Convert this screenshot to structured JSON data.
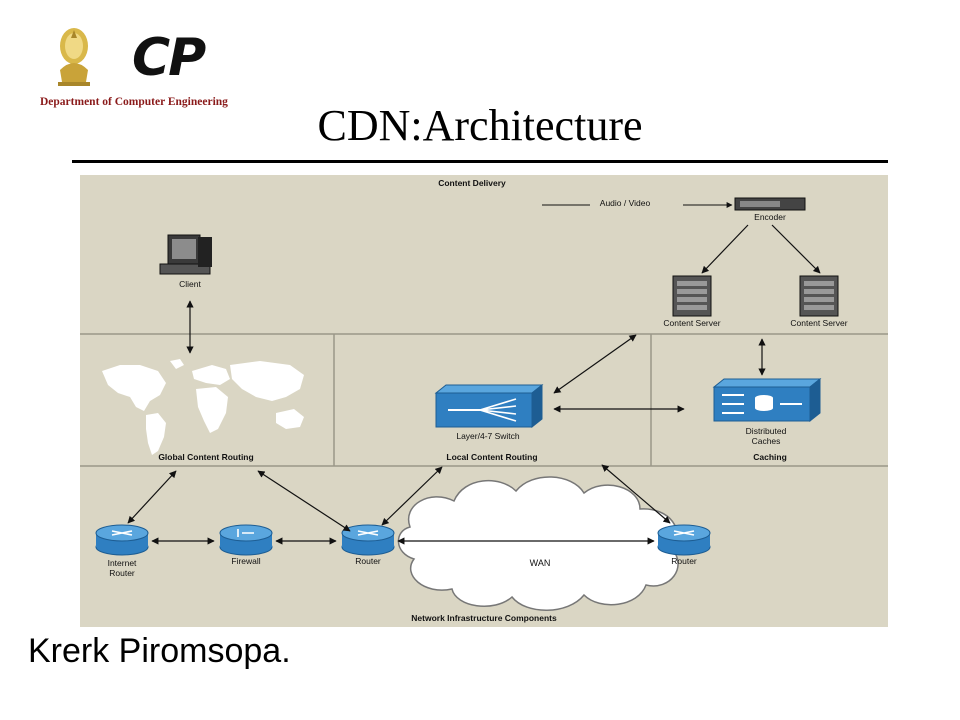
{
  "logo": {
    "brand": "CP",
    "department": "Department of Computer Engineering"
  },
  "slide": {
    "title": "CDN:Architecture",
    "author": "Krerk Piromsopa."
  },
  "diagram": {
    "sections": {
      "content_delivery": "Content Delivery",
      "global_content_routing": "Global Content Routing",
      "local_content_routing": "Local Content Routing",
      "caching": "Caching",
      "network_infrastructure": "Network Infrastructure Components"
    },
    "nodes": {
      "client": "Client",
      "audio_video": "Audio / Video",
      "encoder": "Encoder",
      "content_server_1": "Content Server",
      "content_server_2": "Content Server",
      "switch_line1": "Layer/4-7 Switch",
      "caches_line1": "Distributed",
      "caches_line2": "Caches",
      "internet_router_line1": "Internet",
      "internet_router_line2": "Router",
      "firewall": "Firewall",
      "router_1": "Router",
      "router_2": "Router",
      "wan": "WAN"
    },
    "colors": {
      "background": "#dad6c4",
      "divider": "#9a9788",
      "device_blue": "#2f7fc1",
      "device_blue_light": "#5aa6de"
    }
  }
}
